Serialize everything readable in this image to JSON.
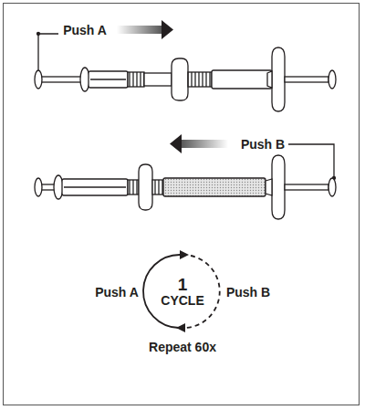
{
  "diagram": {
    "nodes": [
      {
        "text": [
          "1",
          "CYCLE"
        ]
      }
    ],
    "labels": [
      "Push A",
      "Push B",
      "Push A",
      "Push B",
      "Repeat 60x"
    ]
  }
}
